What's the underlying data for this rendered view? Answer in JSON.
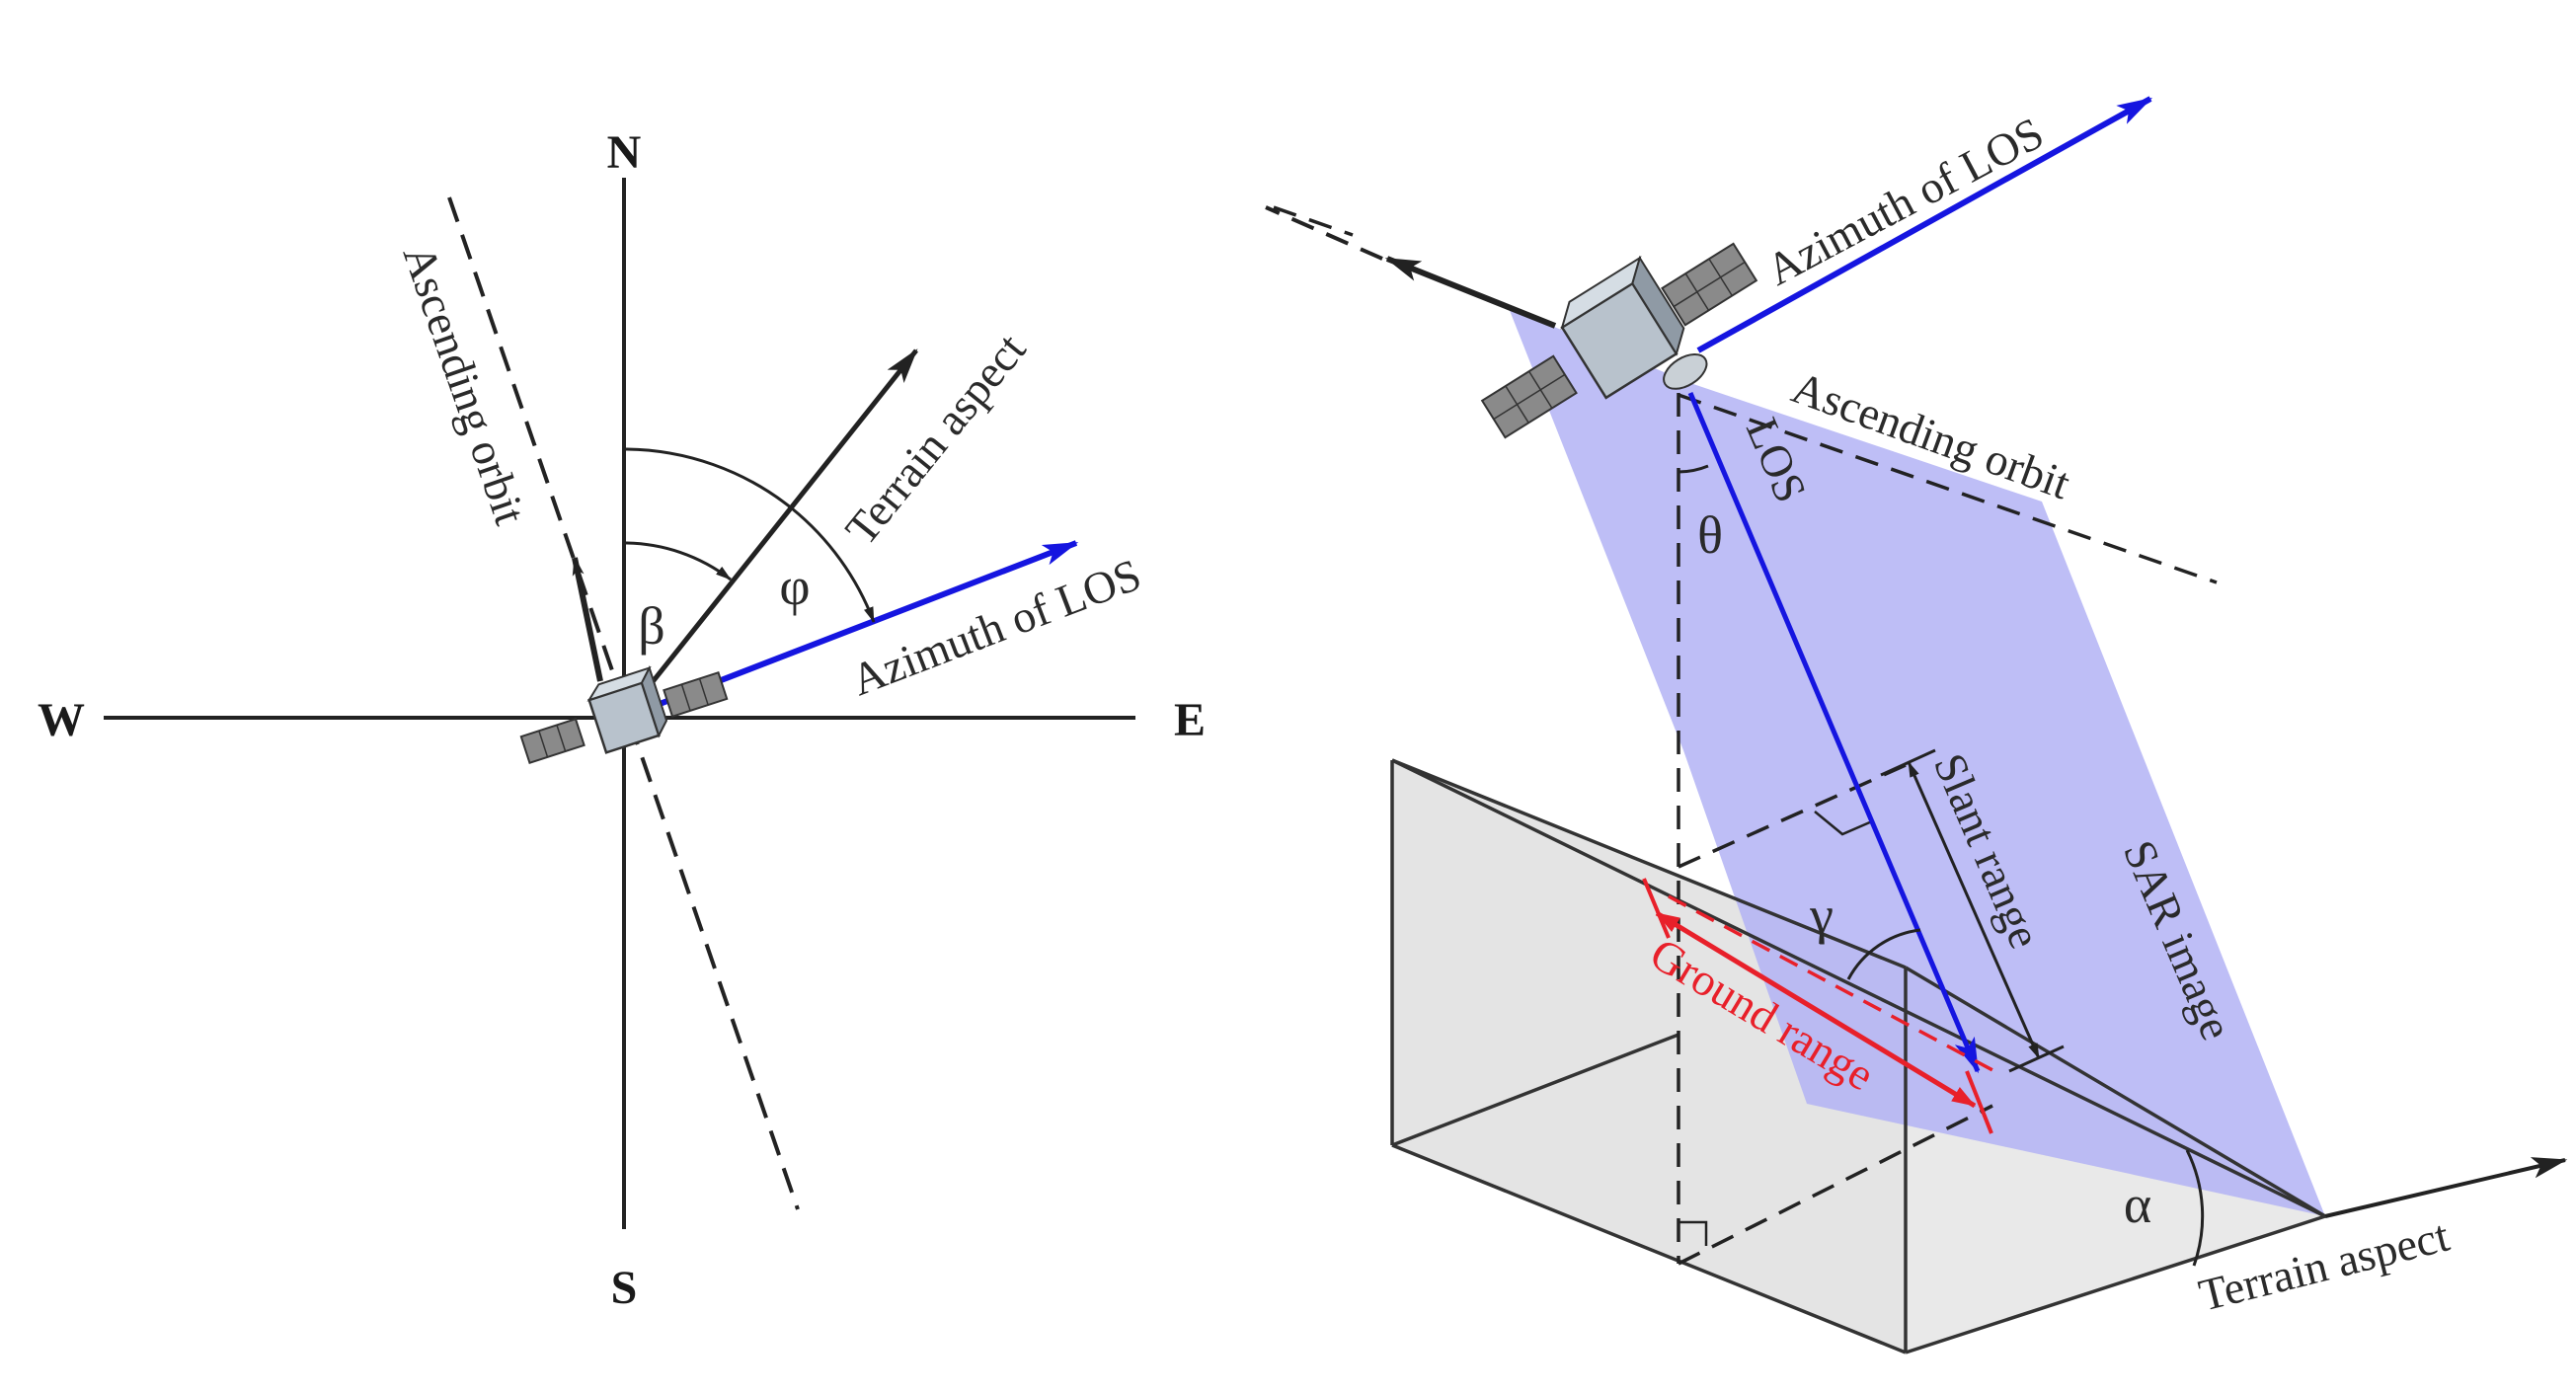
{
  "colors": {
    "los_blue": "#1515e0",
    "ground_range_red": "#e8202a",
    "sar_plane": "#b3b3f5",
    "terrain_fill": "#e6e6e6"
  },
  "left_panel": {
    "north": "N",
    "south": "S",
    "east": "E",
    "west": "W",
    "ascending_orbit": "Ascending orbit",
    "terrain_aspect": "Terrain aspect",
    "azimuth_of_los": "Azimuth of LOS",
    "beta": "β",
    "phi": "φ",
    "icons": [
      "satellite-icon"
    ]
  },
  "right_panel": {
    "azimuth_of_los": "Azimuth of LOS",
    "ascending_orbit": "Ascending orbit",
    "los": "LOS",
    "theta": "θ",
    "slant_range": "Slant range",
    "sar_image": "SAR image",
    "gamma": "γ",
    "ground_range": "Ground range",
    "alpha": "α",
    "terrain_aspect": "Terrain aspect",
    "icons": [
      "satellite-icon"
    ]
  }
}
